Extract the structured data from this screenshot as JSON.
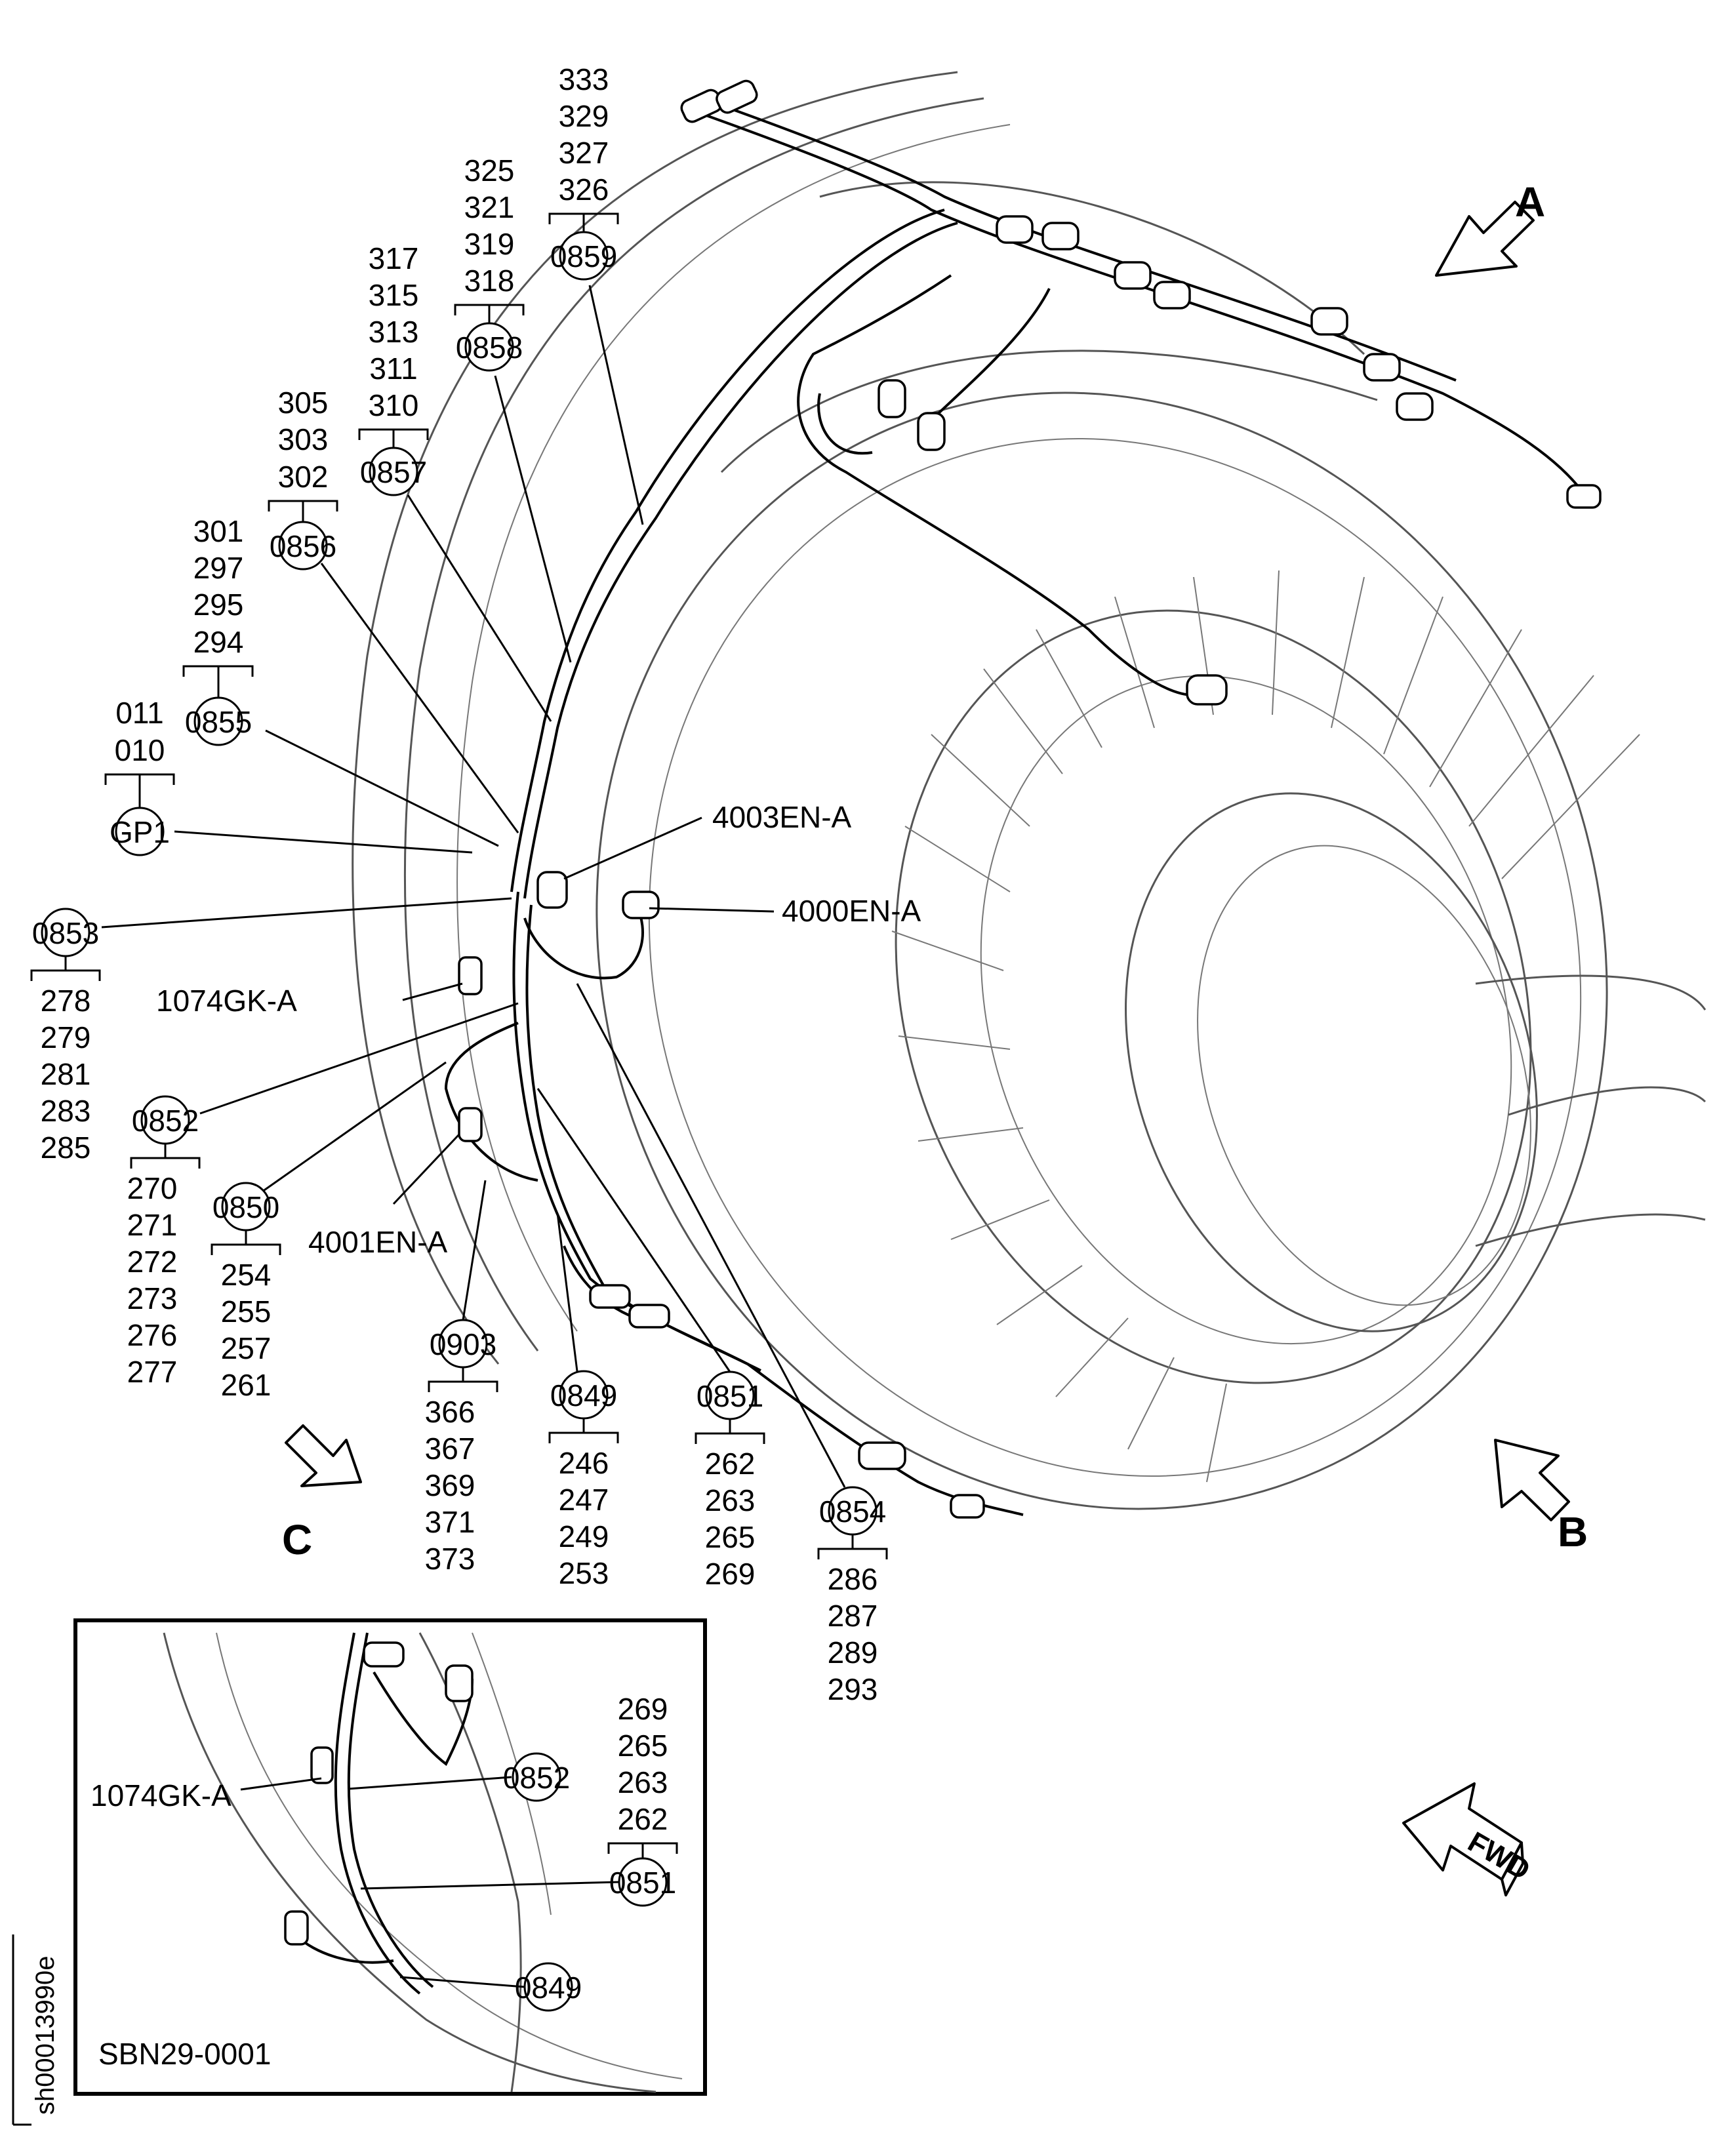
{
  "parts": {
    "gp1": {
      "id": "GP1",
      "items": [
        "011",
        "010"
      ]
    },
    "p0855": {
      "id": "0855",
      "items": [
        "301",
        "297",
        "295",
        "294"
      ]
    },
    "p0856": {
      "id": "0856",
      "items": [
        "305",
        "303",
        "302"
      ]
    },
    "p0857": {
      "id": "0857",
      "items": [
        "317",
        "315",
        "313",
        "311",
        "310"
      ]
    },
    "p0858": {
      "id": "0858",
      "items": [
        "325",
        "321",
        "319",
        "318"
      ]
    },
    "p0859": {
      "id": "0859",
      "items": [
        "333",
        "329",
        "327",
        "326"
      ]
    },
    "p0853": {
      "id": "0853",
      "items": [
        "278",
        "279",
        "281",
        "283",
        "285"
      ]
    },
    "p0852": {
      "id": "0852",
      "items": [
        "270",
        "271",
        "272",
        "273",
        "276",
        "277"
      ]
    },
    "p0850": {
      "id": "0850",
      "items": [
        "254",
        "255",
        "257",
        "261"
      ]
    },
    "p0903": {
      "id": "0903",
      "items": [
        "366",
        "367",
        "369",
        "371",
        "373"
      ]
    },
    "p0849": {
      "id": "0849",
      "items": [
        "246",
        "247",
        "249",
        "253"
      ]
    },
    "p0851": {
      "id": "0851",
      "items": [
        "262",
        "263",
        "265",
        "269"
      ]
    },
    "p0854": {
      "id": "0854",
      "items": [
        "286",
        "287",
        "289",
        "293"
      ]
    }
  },
  "connectors": {
    "c4003": "4003EN-A",
    "c4000": "4000EN-A",
    "c1074": "1074GK-A",
    "c4001": "4001EN-A"
  },
  "views": {
    "a": "A",
    "b": "B",
    "c": "C",
    "fwd": "FWD"
  },
  "inset": {
    "title": "SBN29-0001",
    "connector": "1074GK-A",
    "p0852": "0852",
    "p0851": {
      "id": "0851",
      "items": [
        "269",
        "265",
        "263",
        "262"
      ]
    },
    "p0849": "0849"
  },
  "sheet_id": "sh00013990e"
}
